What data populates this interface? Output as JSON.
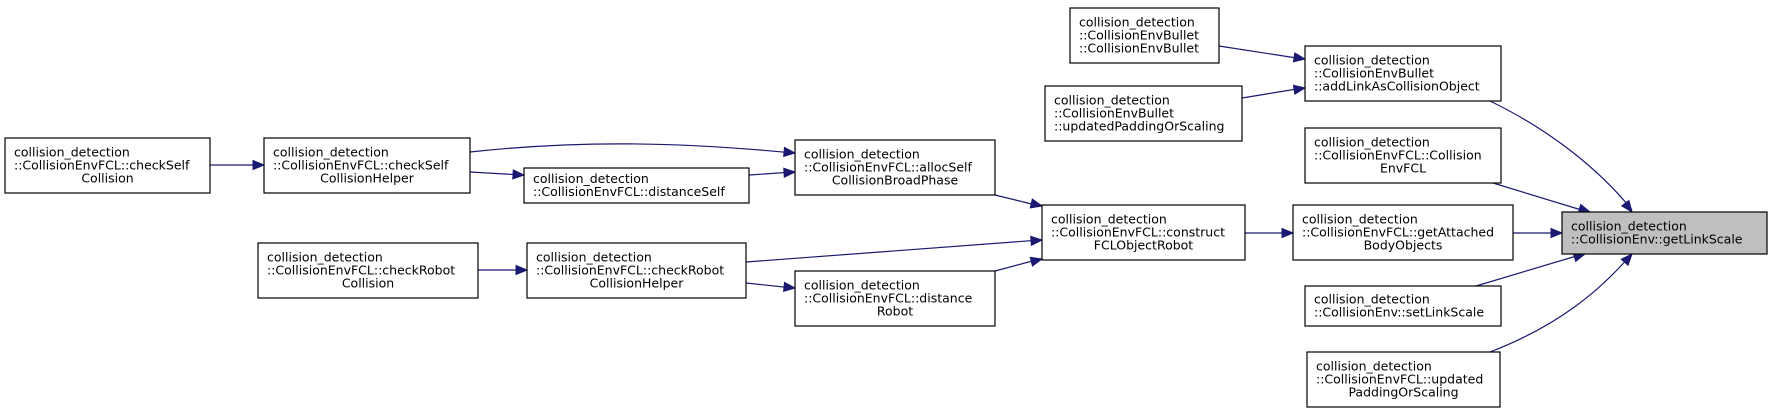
{
  "diagram": {
    "title": "Caller graph of collision_detection::CollisionEnv::getLinkScale",
    "colors": {
      "edge": "#191970",
      "root_fill": "#bfbfbf",
      "node_fill": "#ffffff",
      "border": "#000000"
    },
    "nodes": [
      {
        "id": "getLinkScale",
        "lines": [
          "collision_detection",
          "::CollisionEnv::getLinkScale"
        ],
        "align": "left",
        "root": true
      },
      {
        "id": "addLinkAsCollisionObject",
        "lines": [
          "collision_detection",
          "::CollisionEnvBullet",
          "::addLinkAsCollisionObject"
        ],
        "align": "left"
      },
      {
        "id": "CollisionEnvFCL",
        "lines": [
          "collision_detection",
          "::CollisionEnvFCL::Collision",
          "EnvFCL"
        ],
        "align": "center"
      },
      {
        "id": "getAttachedBodyObjects",
        "lines": [
          "collision_detection",
          "::CollisionEnvFCL::getAttached",
          "BodyObjects"
        ],
        "align": "center"
      },
      {
        "id": "setLinkScale",
        "lines": [
          "collision_detection",
          "::CollisionEnv::setLinkScale"
        ],
        "align": "left"
      },
      {
        "id": "updatedPaddingOrScalingFCL",
        "lines": [
          "collision_detection",
          "::CollisionEnvFCL::updated",
          "PaddingOrScaling"
        ],
        "align": "center"
      },
      {
        "id": "CollisionEnvBulletCtor",
        "lines": [
          "collision_detection",
          "::CollisionEnvBullet",
          "::CollisionEnvBullet"
        ],
        "align": "left"
      },
      {
        "id": "updatedPaddingOrScalingBullet",
        "lines": [
          "collision_detection",
          "::CollisionEnvBullet",
          "::updatedPaddingOrScaling"
        ],
        "align": "left"
      },
      {
        "id": "constructFCLObjectRobot",
        "lines": [
          "collision_detection",
          "::CollisionEnvFCL::construct",
          "FCLObjectRobot"
        ],
        "align": "center"
      },
      {
        "id": "allocSelfCollisionBroadPhase",
        "lines": [
          "collision_detection",
          "::CollisionEnvFCL::allocSelf",
          "CollisionBroadPhase"
        ],
        "align": "center"
      },
      {
        "id": "distanceRobot",
        "lines": [
          "collision_detection",
          "::CollisionEnvFCL::distance",
          "Robot"
        ],
        "align": "center"
      },
      {
        "id": "distanceSelf",
        "lines": [
          "collision_detection",
          "::CollisionEnvFCL::distanceSelf"
        ],
        "align": "left"
      },
      {
        "id": "checkSelfCollisionHelper",
        "lines": [
          "collision_detection",
          "::CollisionEnvFCL::checkSelf",
          "CollisionHelper"
        ],
        "align": "center"
      },
      {
        "id": "checkRobotCollisionHelper",
        "lines": [
          "collision_detection",
          "::CollisionEnvFCL::checkRobot",
          "CollisionHelper"
        ],
        "align": "center"
      },
      {
        "id": "checkSelfCollision",
        "lines": [
          "collision_detection",
          "::CollisionEnvFCL::checkSelf",
          "Collision"
        ],
        "align": "center"
      },
      {
        "id": "checkRobotCollision",
        "lines": [
          "collision_detection",
          "::CollisionEnvFCL::checkRobot",
          "Collision"
        ],
        "align": "center"
      }
    ],
    "edges": [
      {
        "from": "addLinkAsCollisionObject",
        "to": "getLinkScale"
      },
      {
        "from": "CollisionEnvFCL",
        "to": "getLinkScale"
      },
      {
        "from": "getAttachedBodyObjects",
        "to": "getLinkScale"
      },
      {
        "from": "setLinkScale",
        "to": "getLinkScale"
      },
      {
        "from": "updatedPaddingOrScalingFCL",
        "to": "getLinkScale"
      },
      {
        "from": "CollisionEnvBulletCtor",
        "to": "addLinkAsCollisionObject"
      },
      {
        "from": "updatedPaddingOrScalingBullet",
        "to": "addLinkAsCollisionObject"
      },
      {
        "from": "constructFCLObjectRobot",
        "to": "getAttachedBodyObjects"
      },
      {
        "from": "allocSelfCollisionBroadPhase",
        "to": "constructFCLObjectRobot"
      },
      {
        "from": "checkRobotCollisionHelper",
        "to": "constructFCLObjectRobot"
      },
      {
        "from": "distanceRobot",
        "to": "constructFCLObjectRobot"
      },
      {
        "from": "checkSelfCollisionHelper",
        "to": "allocSelfCollisionBroadPhase"
      },
      {
        "from": "distanceSelf",
        "to": "allocSelfCollisionBroadPhase"
      },
      {
        "from": "checkSelfCollisionHelper",
        "to": "distanceSelf"
      },
      {
        "from": "checkRobotCollisionHelper",
        "to": "distanceRobot"
      },
      {
        "from": "checkSelfCollision",
        "to": "checkSelfCollisionHelper"
      },
      {
        "from": "checkRobotCollision",
        "to": "checkRobotCollisionHelper"
      }
    ]
  }
}
